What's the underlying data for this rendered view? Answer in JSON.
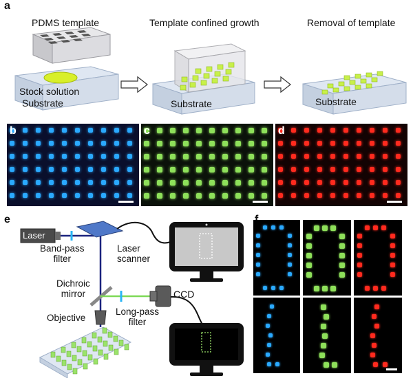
{
  "figure": {
    "panel_labels": {
      "a": "a",
      "b": "b",
      "c": "c",
      "d": "d",
      "e": "e",
      "f": "f"
    },
    "panel_a": {
      "step1_title": "PDMS template",
      "step1_stock": "Stock solution",
      "step1_substrate": "Substrate",
      "step2_title": "Template confined growth",
      "step2_substrate": "Substrate",
      "step3_title": "Removal of template",
      "step3_substrate": "Substrate"
    },
    "micrographs": {
      "b": {
        "color": "#2aa9ff",
        "background": "#0a0f2c"
      },
      "c": {
        "color": "#8ee05a",
        "background": "#0b120a"
      },
      "d": {
        "color": "#ff2a1e",
        "background": "#130303"
      }
    },
    "panel_e": {
      "laser": "Laser",
      "bandpass": "Band-pass\nfilter",
      "scanner": "Laser\nscanner",
      "dichroic": "Dichroic\nmirror",
      "ccd": "CCD",
      "objective": "Objective",
      "longpass": "Long-pass\nfilter"
    },
    "colors": {
      "blue": "#2aa9ff",
      "green": "#8ee05a",
      "red": "#ff2a1e",
      "beam": "#1a237e",
      "green_beam": "#7ed957"
    }
  }
}
